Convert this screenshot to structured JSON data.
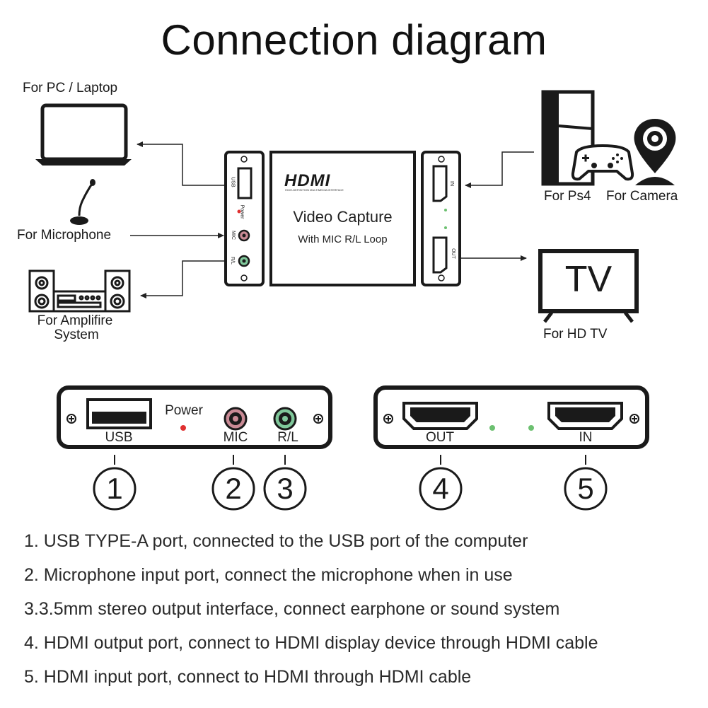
{
  "title": "Connection diagram",
  "devices": {
    "pc": "For PC / Laptop",
    "microphone": "For Microphone",
    "amplifier_line1": "For Amplifire",
    "amplifier_line2": "System",
    "ps4": "For Ps4",
    "camera": "For Camera",
    "tv": "For HD TV",
    "tv_screen_text": "TV"
  },
  "box": {
    "logo": "HDMI",
    "logo_tagline": "HIGH-DEFINITION MULTIMEDIA INTERFACE",
    "line1": "Video Capture",
    "line2": "With MIC R/L Loop",
    "left_side_labels": {
      "usb": "USB",
      "power": "Power",
      "mic": "MIC",
      "rl": "R/L"
    },
    "right_side_labels": {
      "in": "IN",
      "out": "OUT"
    }
  },
  "panels": {
    "left": {
      "usb": "USB",
      "power": "Power",
      "mic": "MIC",
      "rl": "R/L"
    },
    "right": {
      "out": "OUT",
      "in": "IN"
    }
  },
  "callouts": [
    "1",
    "2",
    "3",
    "4",
    "5"
  ],
  "descriptions": [
    "1. USB TYPE-A port, connected to the USB port of the computer",
    "2. Microphone input port, connect the microphone when in use",
    "3.3.5mm stereo output interface, connect earphone or sound system",
    "4. HDMI output port, connect to HDMI display device through HDMI cable",
    "5. HDMI input port, connect to HDMI through HDMI cable"
  ],
  "colors": {
    "ink": "#1a1a1a",
    "mic_port": "#c98a95",
    "rl_port": "#7fc79a",
    "power_led": "#e03030",
    "status_led": "#6cc070"
  },
  "icons": [
    "laptop-icon",
    "microphone-icon",
    "amplifier-icon",
    "ps4-console-icon",
    "gamepad-icon",
    "camera-icon",
    "tv-icon"
  ]
}
